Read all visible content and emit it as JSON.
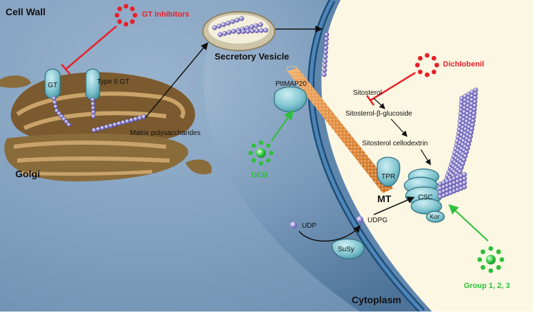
{
  "labels": {
    "cell_wall": "Cell Wall",
    "gt_inhibitors": "GT Inhibitors",
    "secretory_vesicle": "Secretory Vesicle",
    "gt": "GT",
    "type_ii_gt": "Type II GT",
    "matrix_polysaccharides": "Matrix polysaccharides",
    "golgi": "Golgi",
    "ptimap20": "PttMAP20",
    "dcb": "DCB",
    "dichlobenil": "Dichlobenil",
    "sitosterol": "Sitosterol",
    "sitosterol_glucoside": "Sitosterol-β-glucoside",
    "sitosterol_cellodextrin": "Sitosterol cellodextrin",
    "tpr": "TPR",
    "mt": "MT",
    "csc": "CSC",
    "kor": "Kor",
    "udp": "UDP",
    "udpg": "UDPG",
    "susy": "SuSy",
    "cytoplasm": "Cytoplasm",
    "group_123": "Group 1, 2, 3"
  },
  "colors": {
    "inhibitor_red": "#e8202a",
    "activator_green": "#2fbf3a",
    "cytoplasm_blue": "#3f6f9c",
    "golgi_brown": "#8a6b3a",
    "wall_cream": "#fbf7e3",
    "bead_purple": "#8f86d6"
  }
}
